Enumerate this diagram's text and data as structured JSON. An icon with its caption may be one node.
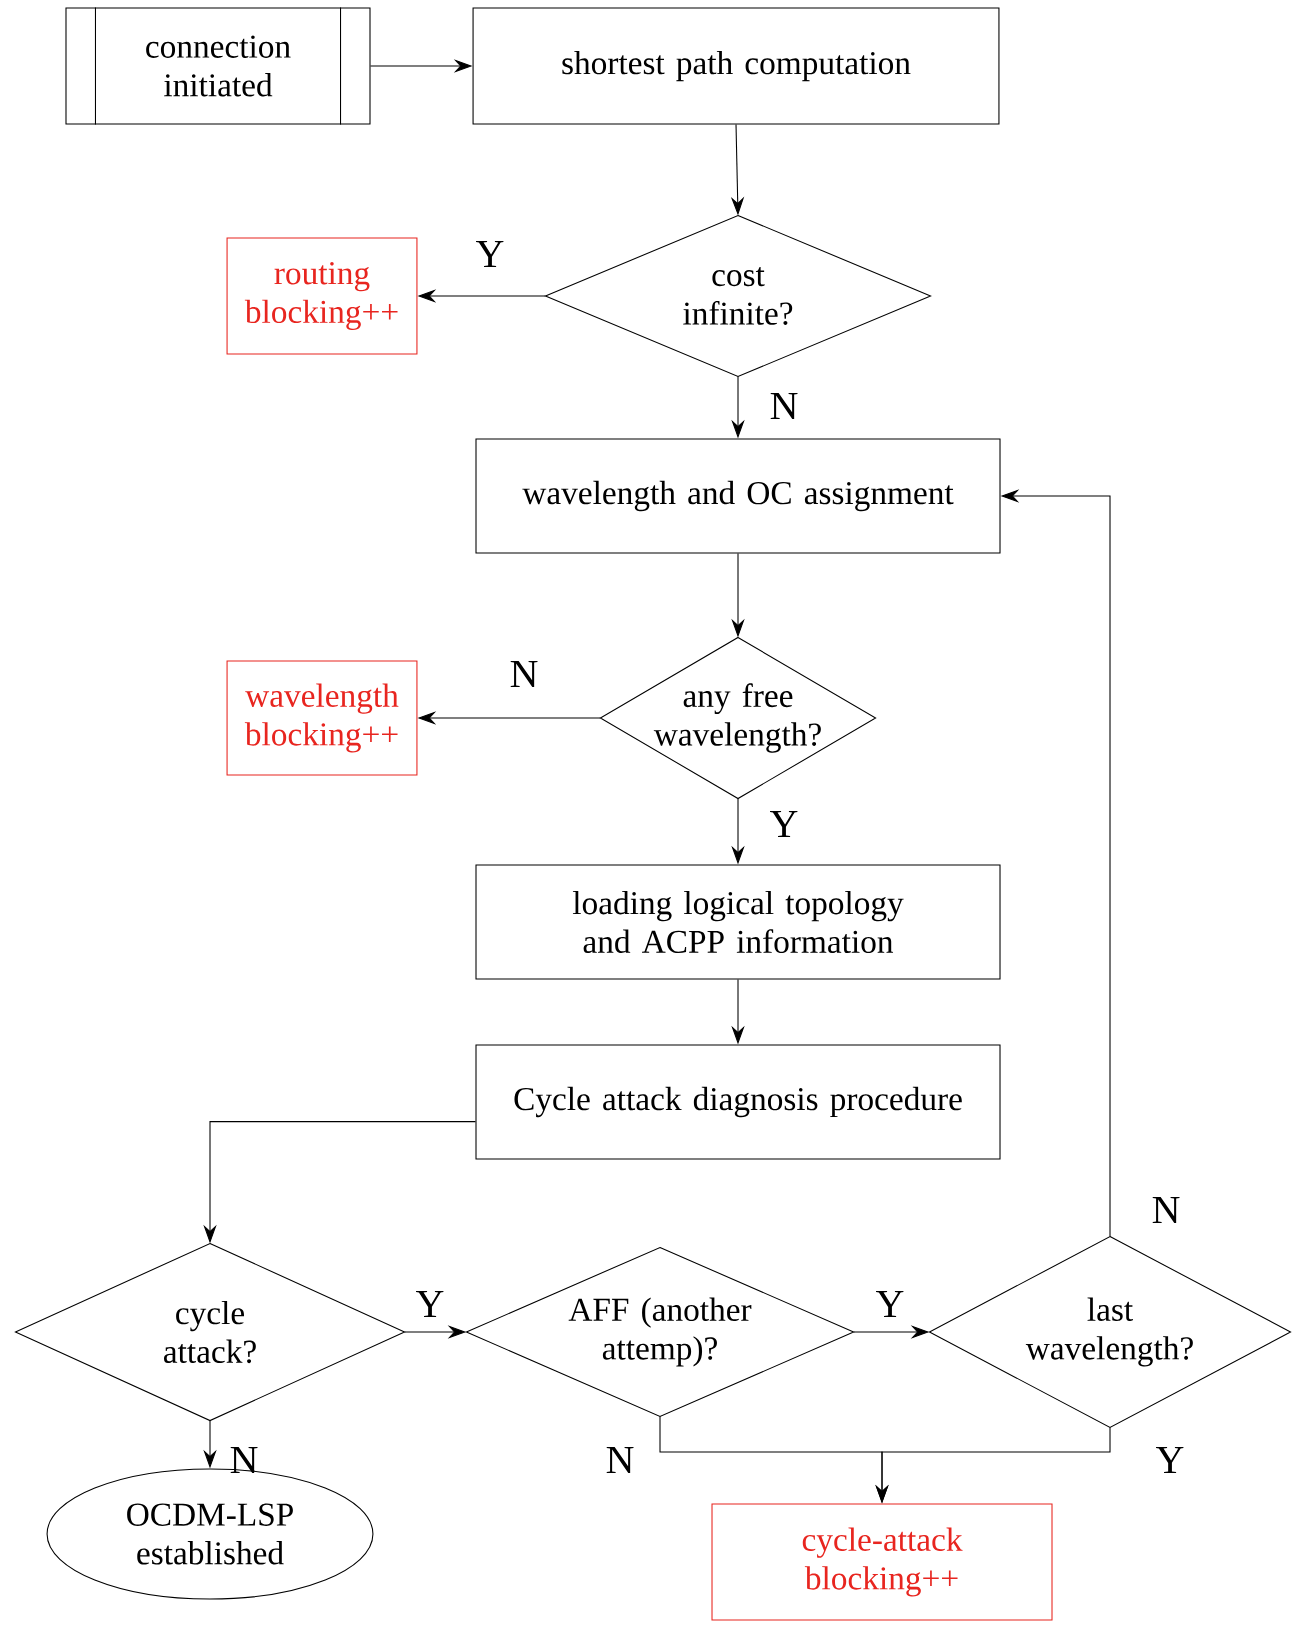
{
  "diagram": {
    "nodes": [
      {
        "text": [
          "connection initiated"
        ]
      },
      {
        "text": [
          "shortest path computation"
        ]
      },
      {
        "text": [
          "routing blocking++"
        ]
      },
      {
        "text": [
          "cost infinite?"
        ]
      },
      {
        "text": [
          "wavelength and OC assignment"
        ]
      },
      {
        "text": [
          "wavelength blocking++"
        ]
      },
      {
        "text": [
          "any free wavelength?"
        ]
      },
      {
        "text": [
          "loading logical topology and ACPP information"
        ]
      },
      {
        "text": [
          "Cycle attack diagnosis procedure"
        ]
      },
      {
        "text": [
          "cycle attack?"
        ]
      },
      {
        "text": [
          "AFF (another attemp)?"
        ]
      },
      {
        "text": [
          "last wavelength?"
        ]
      },
      {
        "text": [
          "OCDM-LSP established"
        ]
      },
      {
        "text": [
          "cycle-attack blocking++"
        ]
      }
    ],
    "edges": [
      {
        "from": 0,
        "to": 1,
        "arrow": "to"
      },
      {
        "from": 1,
        "to": 3,
        "arrow": "to"
      },
      {
        "from": 3,
        "to": 2,
        "arrow": "to",
        "label": "Y"
      },
      {
        "from": 3,
        "to": 4,
        "arrow": "to",
        "label": "N"
      },
      {
        "from": 4,
        "to": 6,
        "arrow": "to"
      },
      {
        "from": 6,
        "to": 5,
        "arrow": "to",
        "label": "N"
      },
      {
        "from": 6,
        "to": 7,
        "arrow": "to",
        "label": "Y"
      },
      {
        "from": 7,
        "to": 8,
        "arrow": "to"
      },
      {
        "from": 8,
        "to": 9,
        "arrow": "to"
      },
      {
        "from": 9,
        "to": 10,
        "arrow": "to",
        "label": "Y"
      },
      {
        "from": 10,
        "to": 11,
        "arrow": "to",
        "label": "Y"
      },
      {
        "from": 11,
        "to": 4,
        "arrow": "to",
        "label": "N"
      },
      {
        "from": 9,
        "to": 12,
        "arrow": "to",
        "label": "N"
      },
      {
        "from": 10,
        "to": 13,
        "arrow": "to",
        "label": "N"
      },
      {
        "from": 11,
        "to": 13,
        "arrow": "to",
        "label": "Y"
      }
    ]
  }
}
